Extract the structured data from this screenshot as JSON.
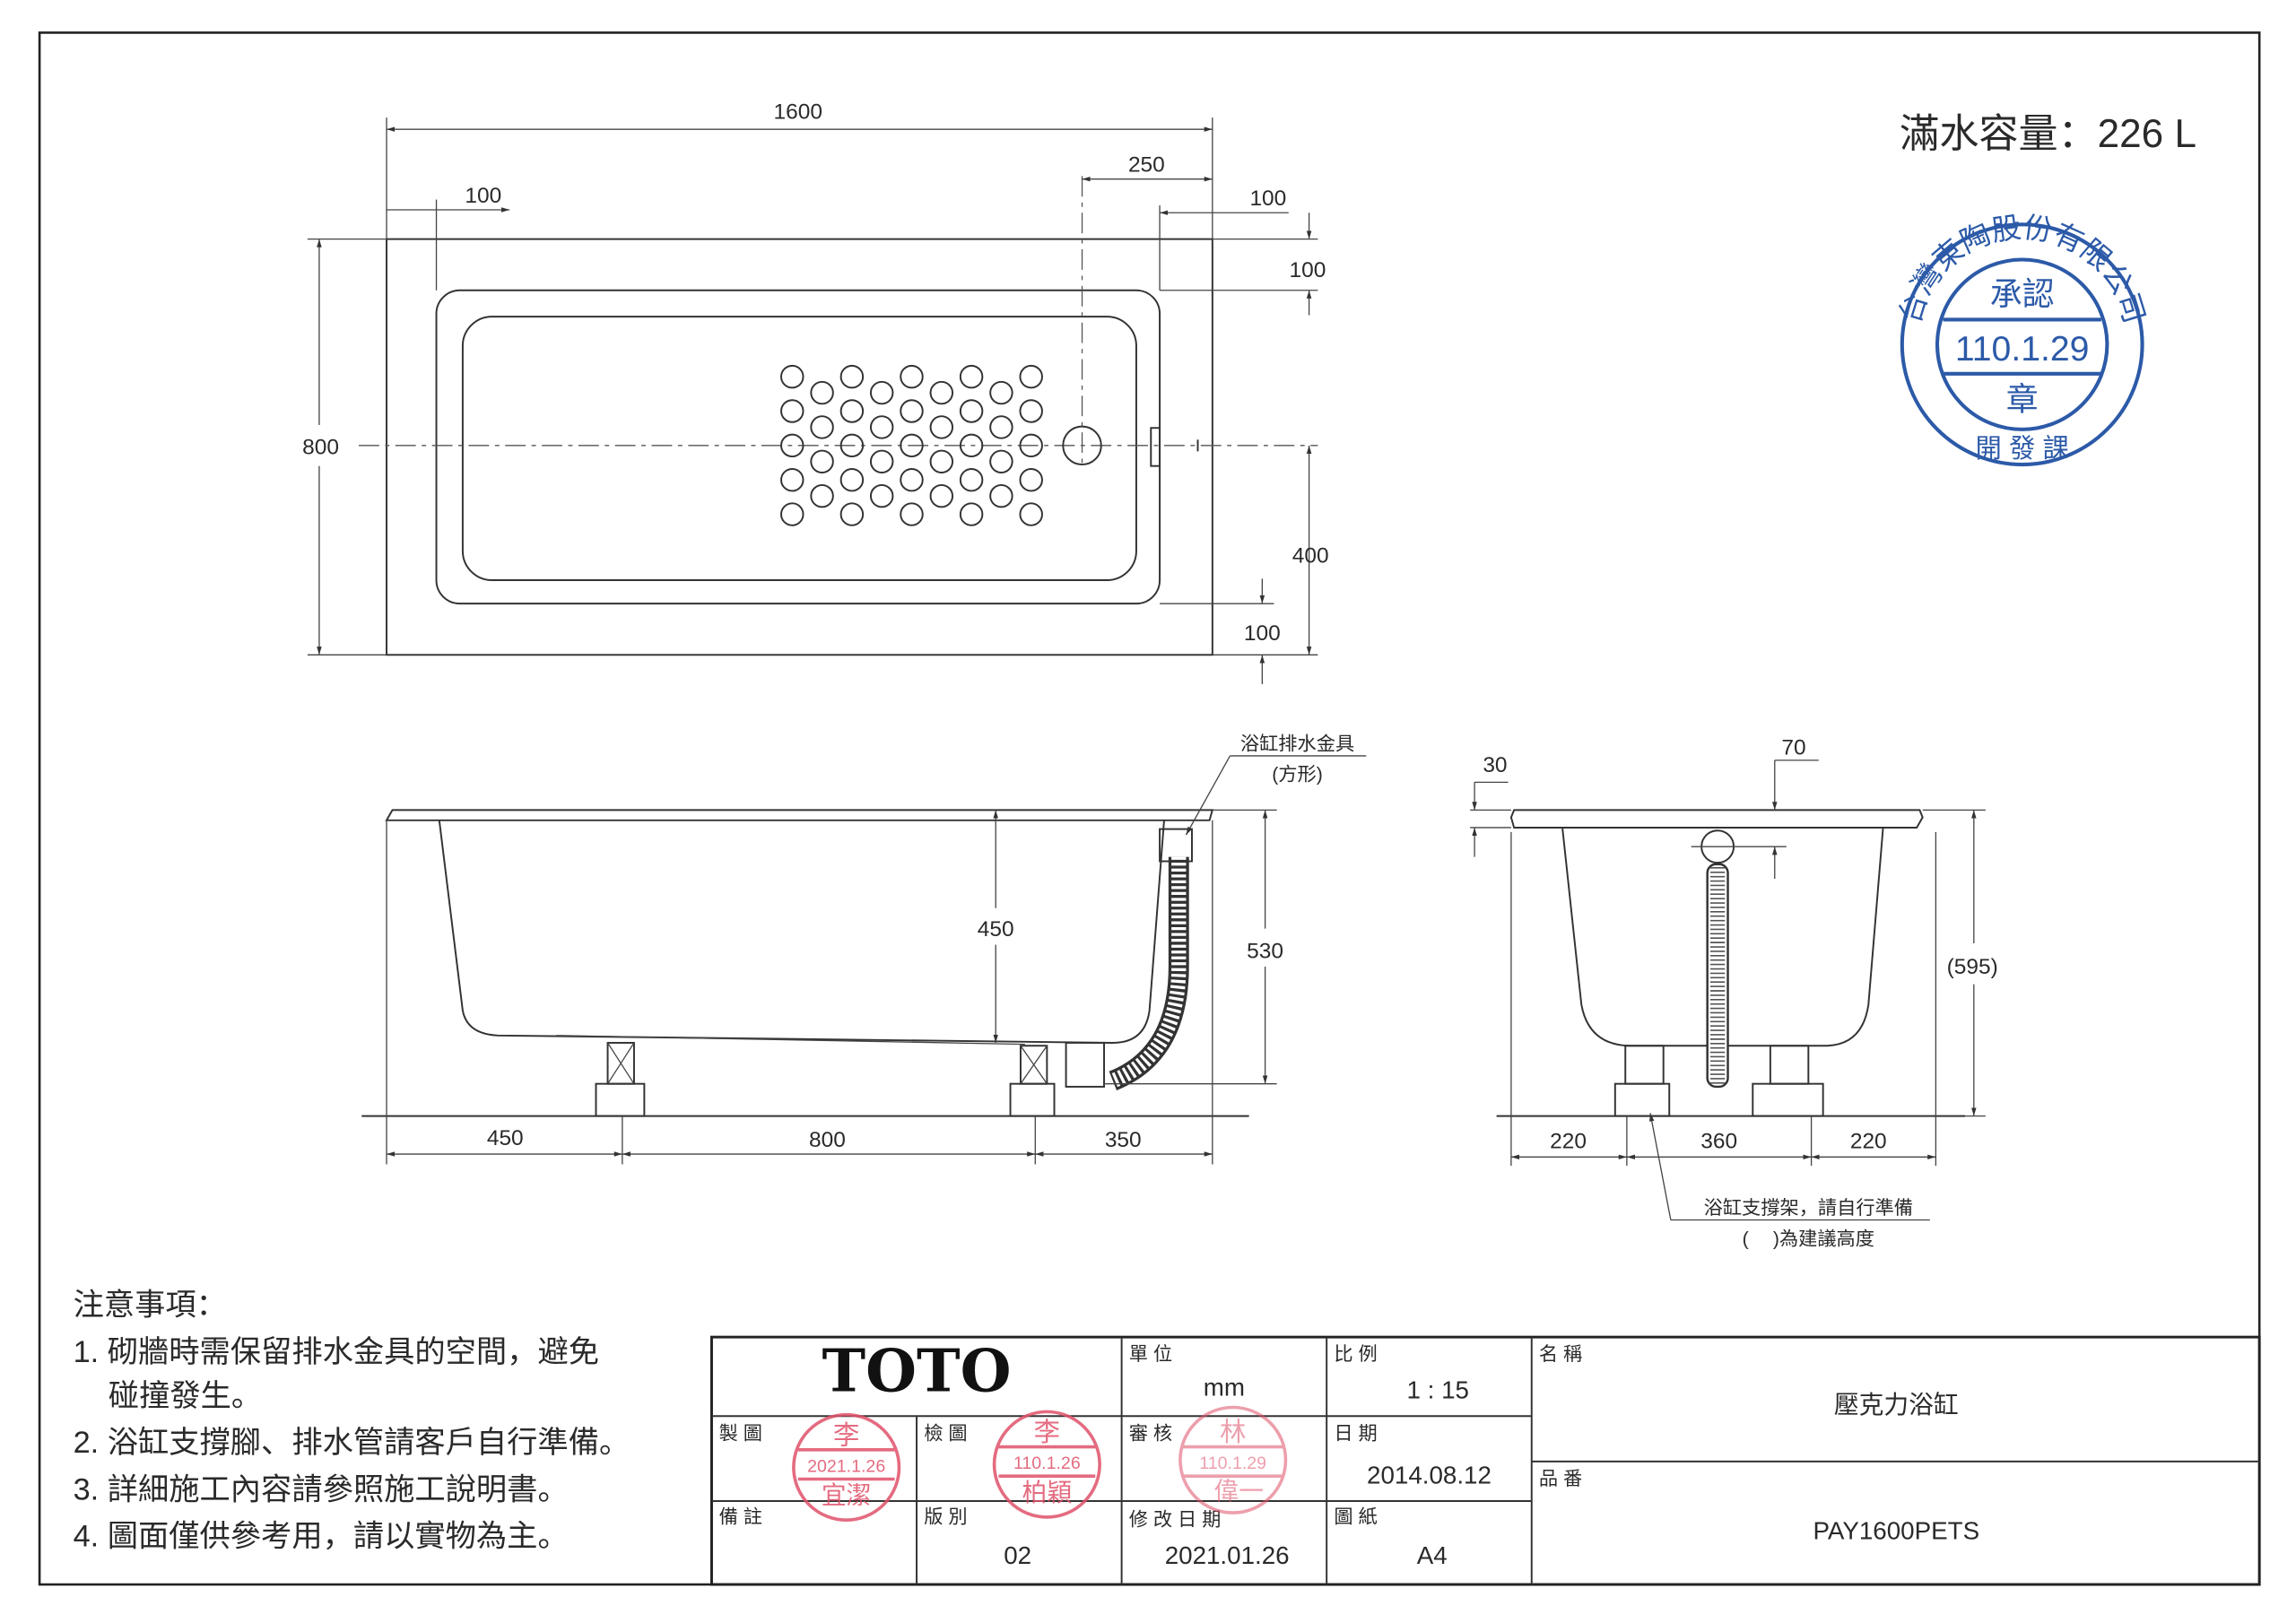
{
  "capacity": "滿水容量：226 L",
  "plan_view": {
    "dims": {
      "length": "1600",
      "left_offset": "100",
      "drain_offset": "250",
      "right_offset": "100",
      "top_offset": "100",
      "width": "800",
      "half_width": "400",
      "bottom_offset": "100"
    }
  },
  "side_view": {
    "drain_label": "浴缸排水金具",
    "drain_label_sub": "(方形)",
    "dims": {
      "depth": "450",
      "height": "530",
      "left": "450",
      "middle": "800",
      "right": "350"
    }
  },
  "end_view": {
    "dims": {
      "rim": "30",
      "drain": "70",
      "height": "(595)",
      "left": "220",
      "middle": "360",
      "right": "220"
    },
    "support_label": "浴缸支撐架，請自行準備",
    "support_note": "(　 )為建議高度"
  },
  "notes": {
    "heading": "注意事項：",
    "items": [
      "1. 砌牆時需保留排水金具的空間，避免",
      "碰撞發生。",
      "2. 浴缸支撐腳、排水管請客戶自行準備。",
      "3. 詳細施工內容請參照施工說明書。",
      "4. 圖面僅供參考用，請以實物為主。"
    ]
  },
  "title_block": {
    "logo": "TOTO",
    "unit_label": "單 位",
    "unit": "mm",
    "scale_label": "比 例",
    "scale": "1 : 15",
    "name_label": "名 稱",
    "name": "壓克力浴缸",
    "drawn_label": "製 圖",
    "checked_label": "檢 圖",
    "reviewed_label": "審 核",
    "date_label": "日 期",
    "date": "2014.08.12",
    "part_label": "品 番",
    "part": "PAY1600PETS",
    "remarks_label": "備 註",
    "version_label": "版 別",
    "version": "02",
    "revised_label": "修 改 日 期",
    "revised": "2021.01.26",
    "paper_label": "圖 紙",
    "paper": "A4"
  },
  "stamps": {
    "drawn": {
      "top": "李",
      "date": "2021.1.26",
      "name": "宜潔"
    },
    "checked": {
      "top": "李",
      "date": "110.1.26",
      "name": "柏穎"
    },
    "reviewed": {
      "top": "林",
      "date": "110.1.29",
      "name": "偉一"
    },
    "approval": {
      "ring": "台灣東陶股份有限公司",
      "top": "承認",
      "date": "110.1.29",
      "center": "章",
      "bottom": "開 發 課"
    }
  },
  "colors": {
    "stamp_red": "#e0526a",
    "stamp_blue": "#2c5aa8"
  }
}
